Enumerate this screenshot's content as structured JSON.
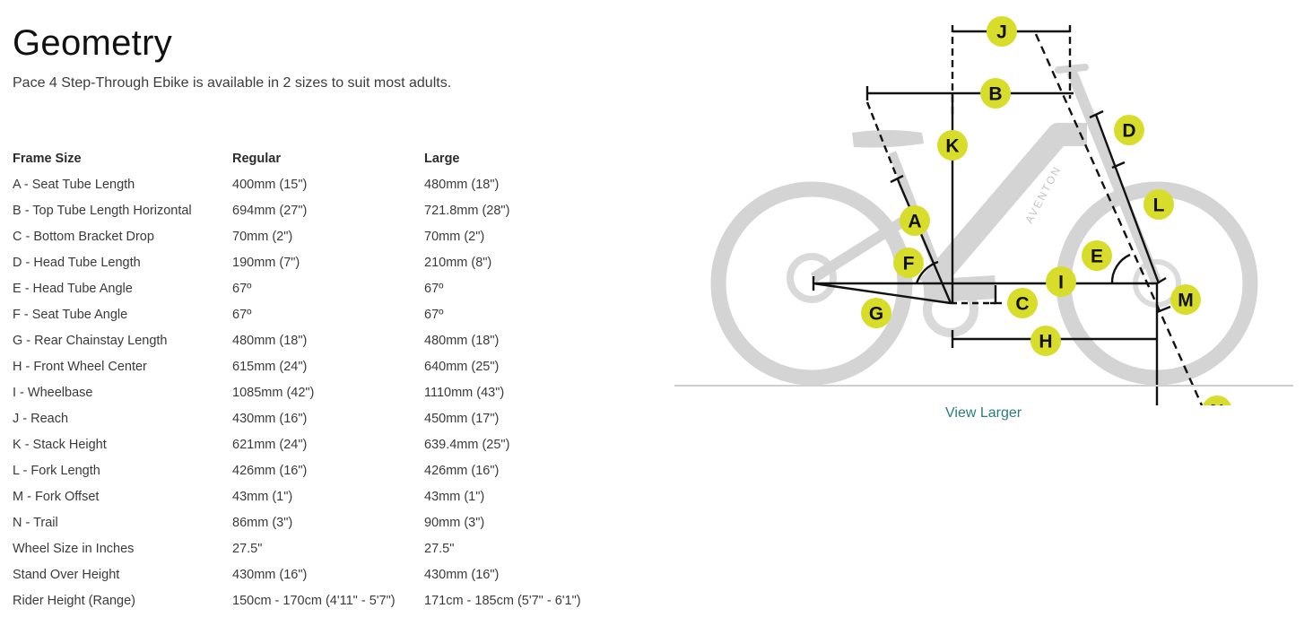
{
  "header": {
    "title": "Geometry",
    "subtitle": "Pace 4 Step-Through Ebike is available in 2 sizes to suit most adults."
  },
  "table": {
    "headers": [
      "Frame Size",
      "Regular",
      "Large"
    ],
    "rows": [
      [
        "A - Seat Tube Length",
        "400mm (15\")",
        "480mm (18\")"
      ],
      [
        "B - Top Tube Length Horizontal",
        "694mm (27\")",
        "721.8mm (28\")"
      ],
      [
        "C - Bottom Bracket Drop",
        "70mm (2\")",
        "70mm (2\")"
      ],
      [
        "D - Head Tube Length",
        "190mm (7\")",
        "210mm (8\")"
      ],
      [
        "E - Head Tube Angle",
        "67º",
        "67º"
      ],
      [
        "F - Seat Tube Angle",
        "67º",
        "67º"
      ],
      [
        "G - Rear Chainstay Length",
        "480mm (18\")",
        "480mm (18\")"
      ],
      [
        "H - Front Wheel Center",
        "615mm (24\")",
        "640mm (25\")"
      ],
      [
        "I - Wheelbase",
        "1085mm (42\")",
        "1110mm (43\")"
      ],
      [
        "J - Reach",
        "430mm (16\")",
        "450mm (17\")"
      ],
      [
        "K - Stack Height",
        "621mm (24\")",
        "639.4mm (25\")"
      ],
      [
        "L - Fork Length",
        "426mm (16\")",
        "426mm (16\")"
      ],
      [
        "M - Fork Offset",
        "43mm (1\")",
        "43mm (1\")"
      ],
      [
        "N - Trail",
        "86mm (3\")",
        "90mm (3\")"
      ],
      [
        "Wheel Size in Inches",
        "27.5\"",
        "27.5\""
      ],
      [
        "Stand Over Height",
        "430mm (16\")",
        "430mm (16\")"
      ],
      [
        "Rider Height (Range)",
        "150cm - 170cm (4'11\" - 5'7\")",
        "171cm - 185cm (5'7\" - 6'1\")"
      ]
    ]
  },
  "diagram": {
    "labels": {
      "A": "A",
      "B": "B",
      "C": "C",
      "D": "D",
      "E": "E",
      "F": "F",
      "G": "G",
      "H": "H",
      "I": "I",
      "J": "J",
      "K": "K",
      "L": "L",
      "M": "M",
      "N": "N"
    },
    "brand_text": "AVENTON",
    "label_color": "#d8dc2b",
    "bike_color": "#d4d4d4",
    "view_larger": "View Larger"
  }
}
